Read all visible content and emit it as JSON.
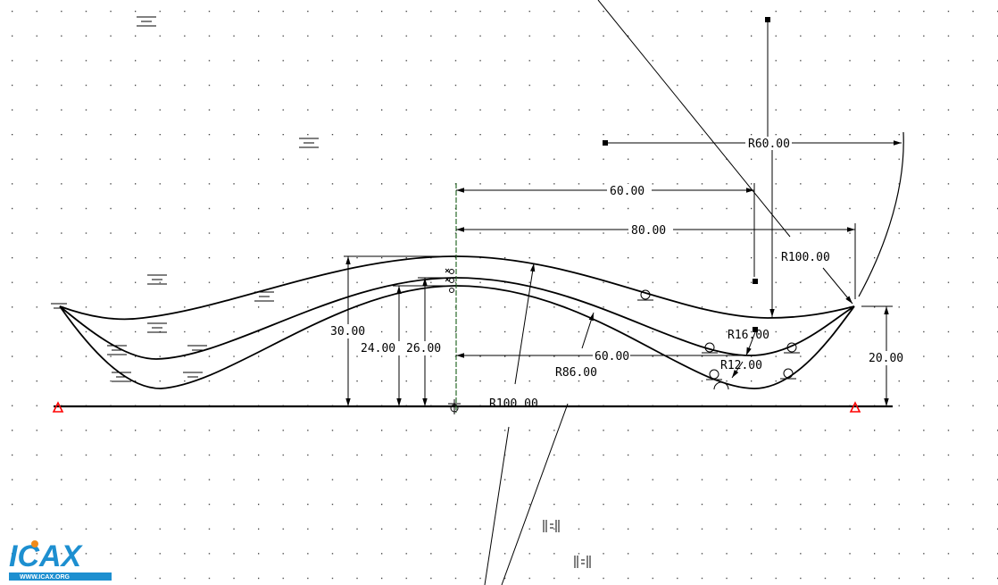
{
  "sketch": {
    "dimensions": {
      "top_width": "60.00",
      "half_span": "80.00",
      "r60": "R60.00",
      "r100_top": "R100.00",
      "height_30": "30.00",
      "height_24": "24.00",
      "height_26": "26.00",
      "lower_width": "60.00",
      "r86": "R86.00",
      "r100_bottom": "R100.00",
      "r16": "R16.00",
      "r12": "R12.00",
      "end_height": "20.00"
    },
    "colors": {
      "constraint": "#ff0000",
      "geometry": "#000000",
      "centerline": "#2a6a2a"
    }
  },
  "logo": {
    "brand": "ICAX",
    "url": "WWW.ICAX.ORG"
  }
}
